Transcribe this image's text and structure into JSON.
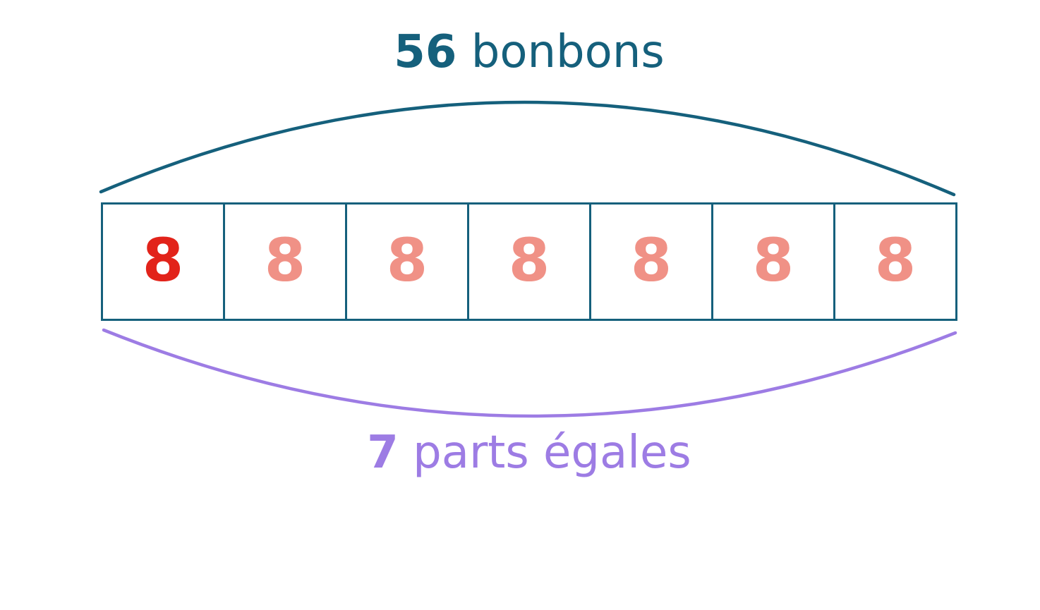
{
  "title": {
    "number": "56",
    "unit": "bonbons"
  },
  "parts": {
    "count": 7,
    "values": [
      "8",
      "8",
      "8",
      "8",
      "8",
      "8",
      "8"
    ],
    "highlighted_index": 0
  },
  "footer": {
    "number": "7",
    "label": "parts égales"
  },
  "colors": {
    "teal": "#15607C",
    "red": "#E2231A",
    "salmon": "#F09186",
    "purple": "#9D7CE4",
    "background": "#FFFFFF"
  }
}
